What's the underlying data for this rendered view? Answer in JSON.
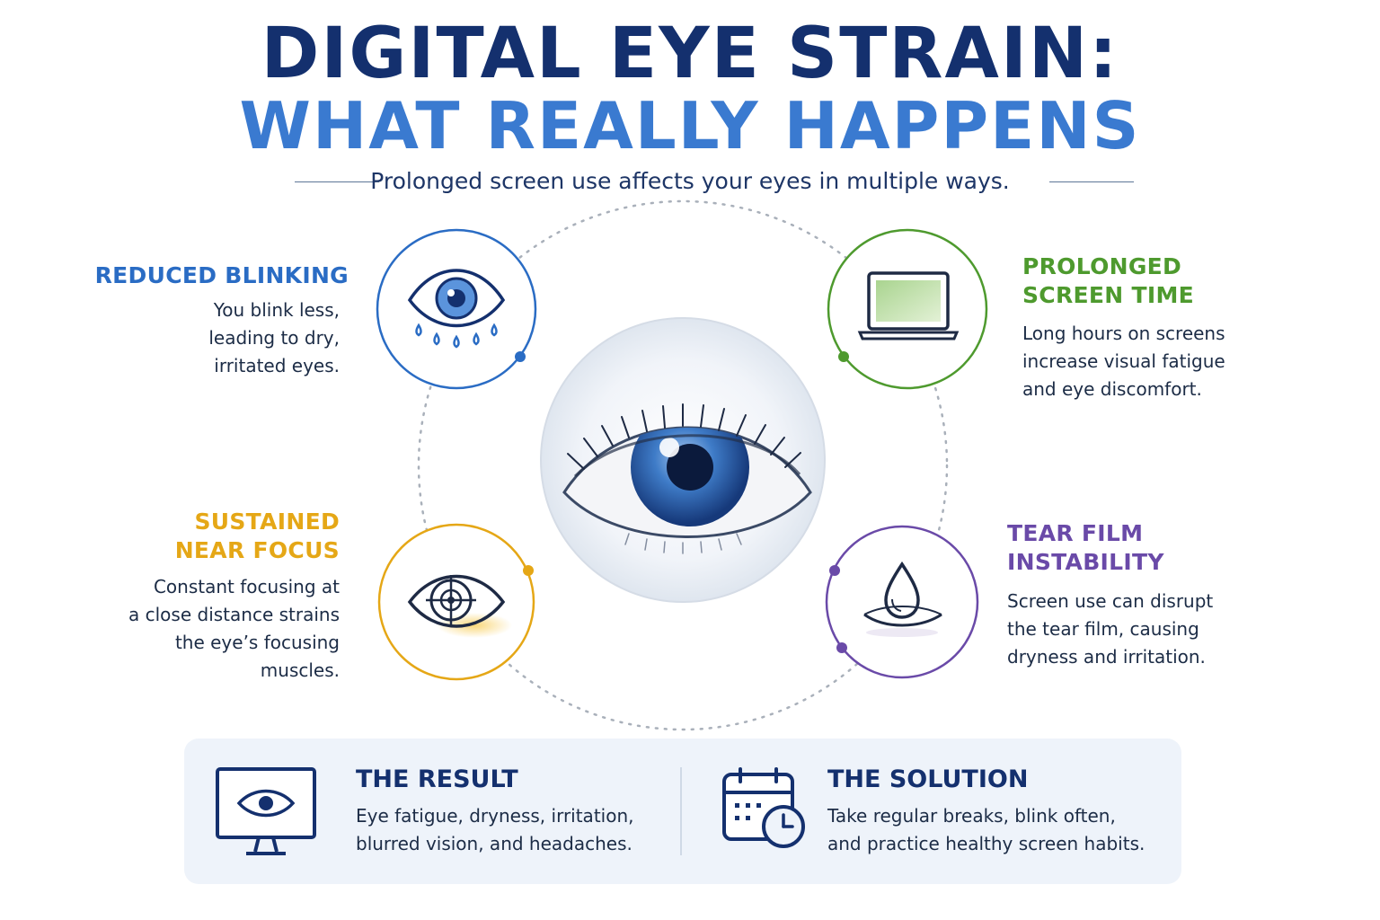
{
  "title": {
    "line1": "DIGITAL EYE STRAIN:",
    "line2": "WHAT REALLY HAPPENS",
    "subtitle": "Prolonged screen use affects your eyes in multiple ways."
  },
  "factors": {
    "blinking": {
      "heading": "REDUCED BLINKING",
      "lines": [
        "You blink less,",
        "leading to dry,",
        "irritated eyes."
      ],
      "color": "#2a6cc4",
      "icon": "teary-eye-icon"
    },
    "screen_time": {
      "heading_lines": [
        "PROLONGED",
        "SCREEN TIME"
      ],
      "lines": [
        "Long hours on screens",
        "increase visual fatigue",
        "and eye discomfort."
      ],
      "color": "#4e9a2e",
      "icon": "laptop-icon"
    },
    "near_focus": {
      "heading_lines": [
        "SUSTAINED",
        "NEAR FOCUS"
      ],
      "lines": [
        "Constant focusing at",
        "a close distance strains",
        "the eye’s focusing",
        "muscles."
      ],
      "color": "#e5a716",
      "icon": "eye-target-icon"
    },
    "tear_film": {
      "heading_lines": [
        "TEAR FILM",
        "INSTABILITY"
      ],
      "lines": [
        "Screen use can disrupt",
        "the tear film, causing",
        "dryness and irritation."
      ],
      "color": "#6a4aa8",
      "icon": "tear-drop-icon"
    }
  },
  "result": {
    "heading": "THE RESULT",
    "lines": [
      "Eye fatigue, dryness, irritation,",
      "blurred vision, and headaches."
    ],
    "icon": "monitor-eye-icon"
  },
  "solution": {
    "heading": "THE SOLUTION",
    "lines": [
      "Take regular breaks, blink often,",
      "and practice healthy screen habits."
    ],
    "icon": "calendar-clock-icon"
  },
  "colors": {
    "navy": "#14306e",
    "blue": "#3a7ad0",
    "panel": "#eef3fa"
  }
}
